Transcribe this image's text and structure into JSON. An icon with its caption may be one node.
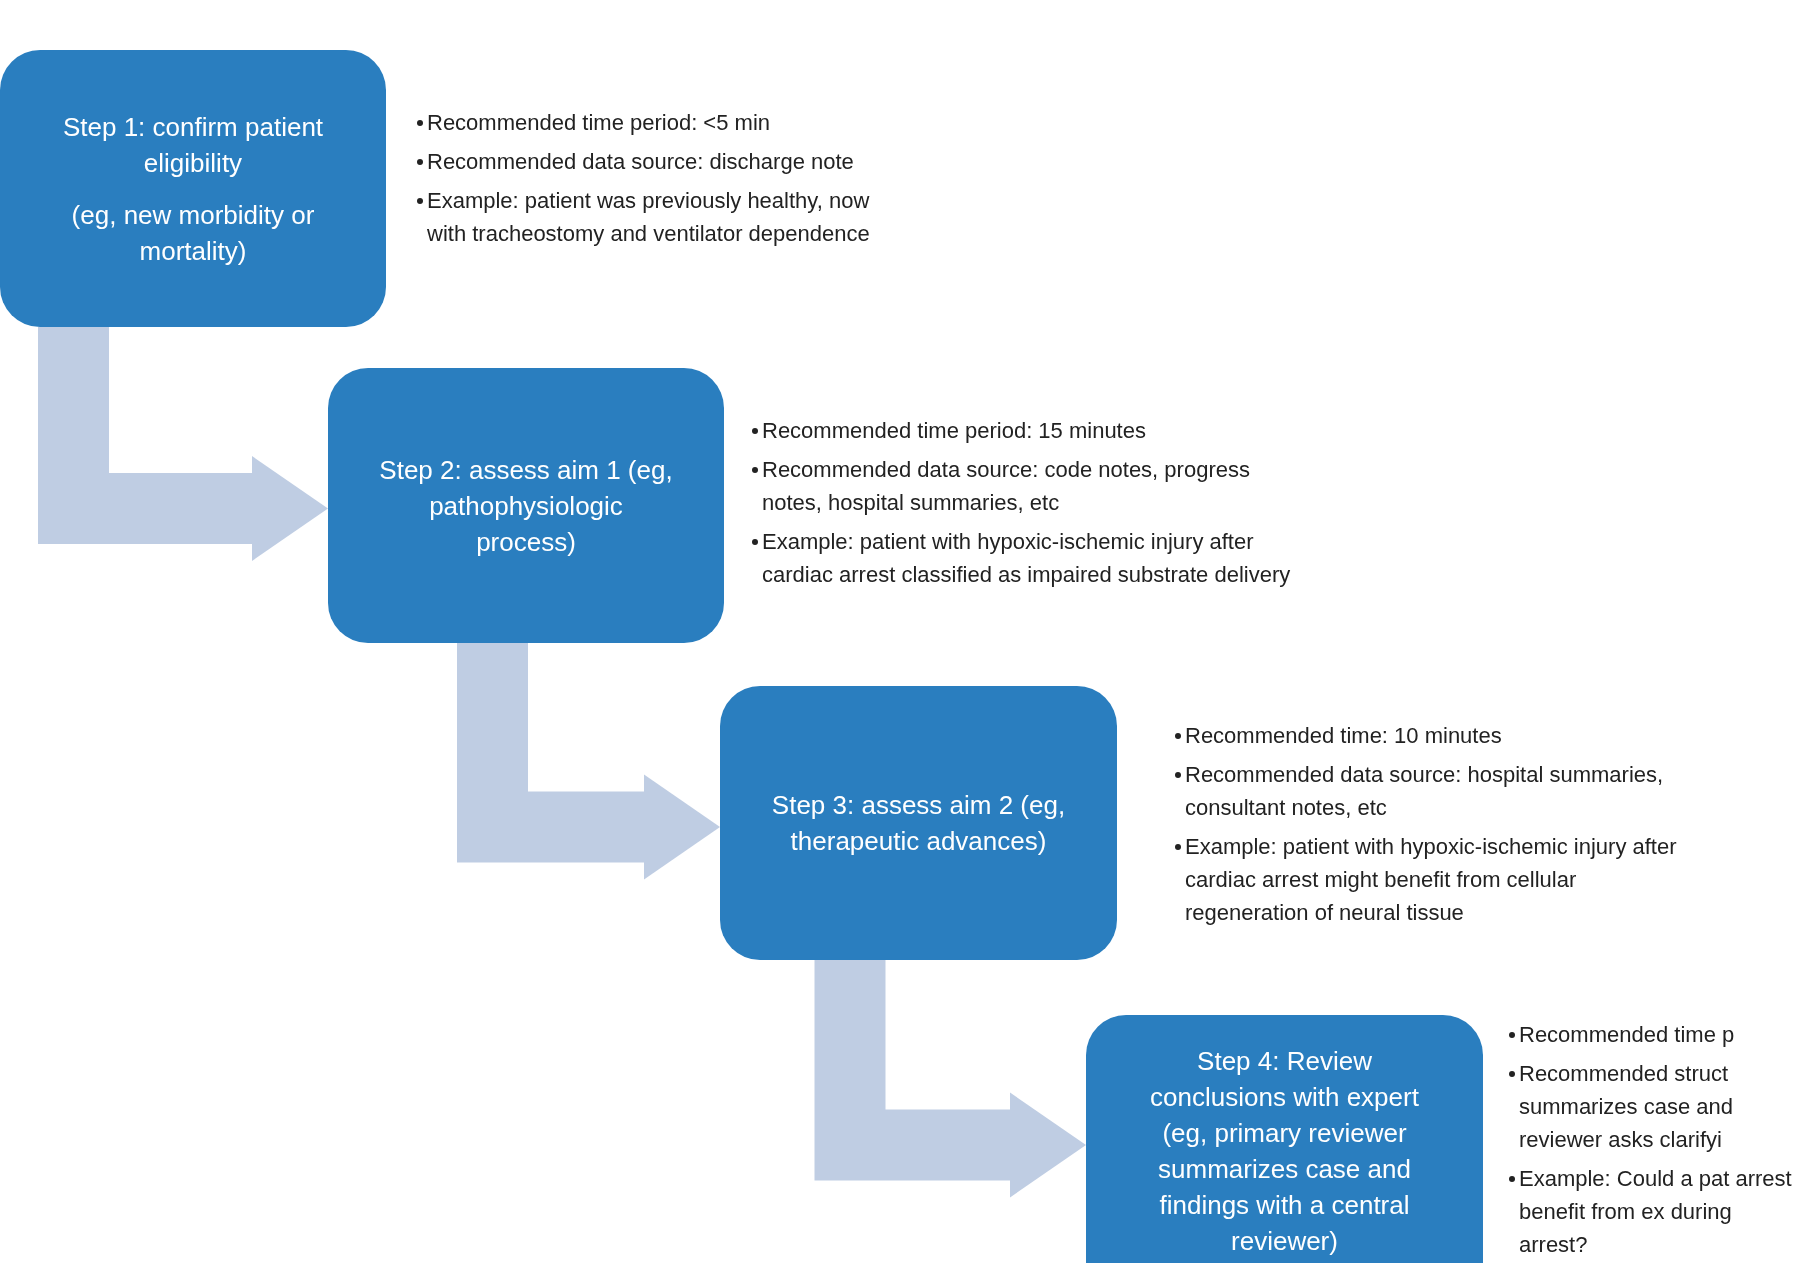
{
  "diagram": {
    "nodes": [
      {
        "text": [
          "Step 1: confirm patient eligibility",
          "(eg, new morbidity or mortality)"
        ],
        "beside": [
          "Recommended time period: <5 min",
          "Recommended data source: discharge note",
          "Example: patient was previously healthy, now with tracheostomy and ventilator dependence"
        ]
      },
      {
        "text": [
          "Step 2: assess aim 1 (eg, pathophysiologic process)"
        ],
        "beside": [
          "Recommended time period: 15 minutes",
          "Recommended data source: code notes, progress notes, hospital summaries, etc",
          "Example: patient with hypoxic-ischemic injury after cardiac arrest classified as impaired substrate delivery"
        ]
      },
      {
        "text": [
          "Step 3: assess aim 2 (eg, therapeutic advances)"
        ],
        "beside": [
          "Recommended time: 10 minutes",
          "Recommended data source: hospital summaries, consultant notes, etc",
          "Example: patient with hypoxic-ischemic injury after cardiac arrest might benefit from cellular regeneration of neural tissue"
        ]
      },
      {
        "text": [
          "Step 4: Review conclusions with expert (eg, primary reviewer summarizes case and findings with a central reviewer)"
        ],
        "beside": [
          "Recommended time p",
          "Recommended struct summarizes case and reviewer asks clarifyi",
          "Example: Could a pat arrest benefit from ex during arrest?"
        ]
      }
    ],
    "edges": [
      {
        "from": 0,
        "to": 1,
        "arrow": "to"
      },
      {
        "from": 1,
        "to": 2,
        "arrow": "to"
      },
      {
        "from": 2,
        "to": 3,
        "arrow": "to"
      }
    ]
  }
}
